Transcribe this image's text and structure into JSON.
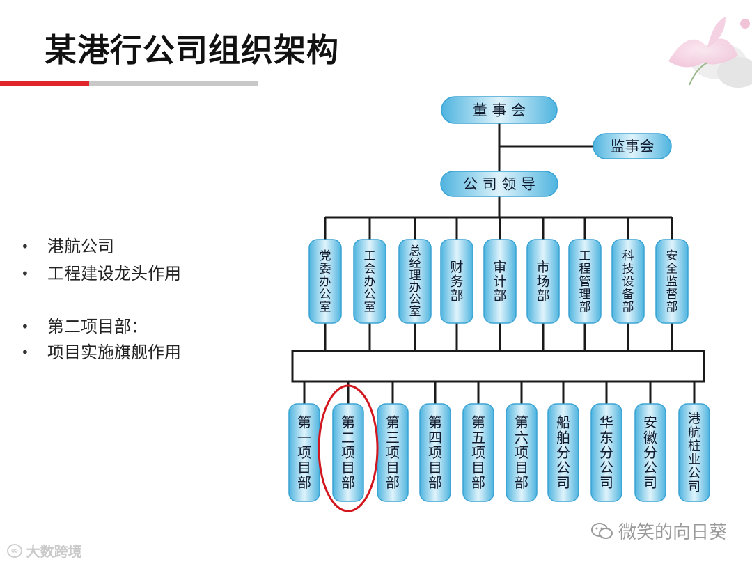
{
  "slide": {
    "title": "某港行公司组织架构",
    "bullets": [
      "港航公司",
      "工程建设龙头作用",
      "第二项目部：",
      "项目实施旗舰作用"
    ],
    "bullet_glyph": "•"
  },
  "org": {
    "top": "董 事 会",
    "supervisor": "监事会",
    "leader": "公司领导",
    "departments": [
      "党委办公室",
      "工会办公室",
      "总经理办公室",
      "财务部",
      "审计部",
      "市场部",
      "工程管理部",
      "科技设备部",
      "安全监督部"
    ],
    "units": [
      "第一项目部",
      "第二项目部",
      "第三项目部",
      "第四项目部",
      "第五项目部",
      "第六项目部",
      "船舶分公司",
      "华东分公司",
      "安徽分公司",
      "港航桩业公司"
    ],
    "highlighted_unit": "第二项目部"
  },
  "colors": {
    "node_light": "#dff3fb",
    "node_dark": "#4fb4df",
    "node_border": "#3aa4d4",
    "line": "#1a1a1a",
    "highlight": "#d2161e",
    "accent_red": "#e0262a"
  },
  "watermark": {
    "text": "微笑的向日葵",
    "logo_text": "大数跨境",
    "wechat_icon": "wechat-icon"
  }
}
